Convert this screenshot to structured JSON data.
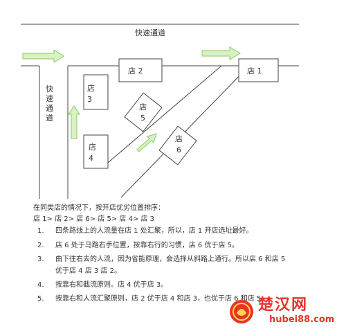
{
  "diagram": {
    "road_top_label": "快速通道",
    "road_left_label": [
      "快",
      "速",
      "通",
      "道"
    ],
    "stores": {
      "s1": "店 1",
      "s2": "店 2",
      "s3": [
        "店",
        "3"
      ],
      "s4": [
        "店",
        "4"
      ],
      "s5": [
        "店",
        "5"
      ],
      "s6": [
        "店",
        "6"
      ]
    },
    "colors": {
      "arrow_fill": "#d9f2c4",
      "arrow_stroke": "#8cc860",
      "line": "#444444"
    }
  },
  "text": {
    "intro": "在同类店的情况下，按开店优劣位置排序：",
    "ranking": "店 1> 店 2> 店 6> 店 5> 店 4> 店 3",
    "items": [
      {
        "num": "1.",
        "text": "四条路线上的人流量在店 1 处汇聚，所以，店 1 开店选址最好。"
      },
      {
        "num": "2.",
        "text": "店 6 处于马路右手位置，按靠右行的习惯，店 6 优于店 5。"
      },
      {
        "num": "3.",
        "text": "由下往右去的人流，因为省能原理，会选择从斜路上通行。所以店 6 和店 5"
      },
      {
        "num": "",
        "text": "优于店 4 店 3 店 2。"
      },
      {
        "num": "4.",
        "text": "按靠右和截流原则。店 4 优于店 3。"
      },
      {
        "num": "5.",
        "text": "按靠右和人流汇聚原则，店 2 优于店 4 和店 3，也优于店 6 和店 5。"
      }
    ]
  },
  "watermark": {
    "cn": "楚汉网",
    "url": "hubei88.com"
  }
}
